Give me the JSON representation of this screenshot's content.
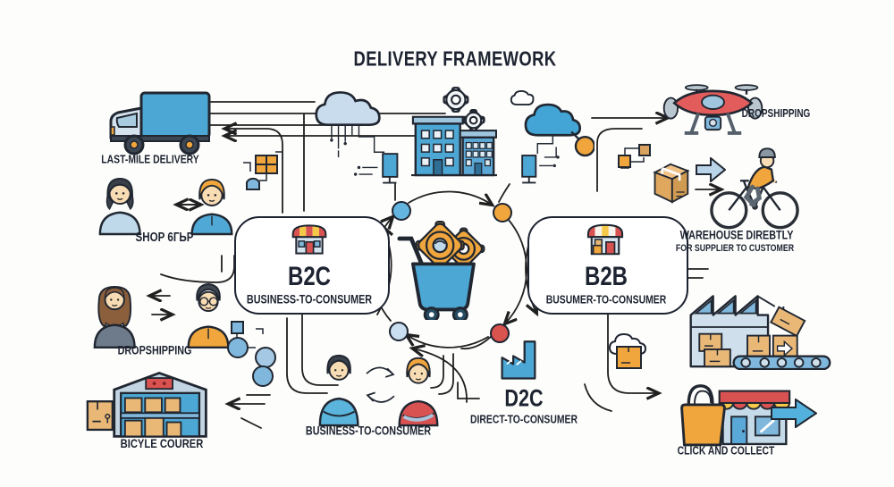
{
  "title": "DELIVERY FRAMEWORK",
  "colors": {
    "ink": "#212731",
    "line": "#202020",
    "blue": "#4da7d4",
    "blue_mid": "#7fb8dc",
    "blue_light": "#bfd8ea",
    "blue_pale": "#d5e3ee",
    "orange": "#f0a63c",
    "tan": "#e9b877",
    "tan_dark": "#d9a25f",
    "red": "#d95252",
    "yellow": "#f5c84a",
    "gray": "#6e7b8a",
    "skin": "#f8dcb4"
  },
  "nodes": {
    "b2c": {
      "code": "B2C",
      "label": "BUSINESS-TO-CONSUMER"
    },
    "b2b": {
      "code": "B2B",
      "label": "BUSUMER-TO-CONSUMER"
    },
    "d2c": {
      "code": "D2C",
      "label": "DIRECT-TO-CONSUMER"
    },
    "c2c": {
      "label": "BUSINESS-TO-CONSUMER"
    }
  },
  "left": {
    "last_mile": {
      "label": "LAST-MILE DELIVERY",
      "icon": "delivery-truck-icon"
    },
    "shop": {
      "label": "SHOP 6ГЬP",
      "icon": "people-exchange-icon"
    },
    "dropshipping": {
      "label": "DROPSHIPPING",
      "icon": "people-handoff-icon"
    },
    "courier": {
      "label": "BICYLE COURER",
      "icon": "warehouse-icon"
    }
  },
  "right": {
    "dropshipping": {
      "label": "DROPSHIPPING",
      "icon": "delivery-drone-icon"
    },
    "warehouse_direct": {
      "label": "WAREHOUSE DIREBTLY",
      "label2": "FOR SUPPLIER TO CUSTOMER",
      "icon": "bicycle-courier-icon"
    },
    "factory": {
      "icon": "factory-conveyor-icon"
    },
    "click_collect": {
      "label": "CLICK AND COLLECT",
      "icon": "shop-bag-icon"
    }
  },
  "hub": {
    "icon": "cart-gears-icon",
    "flow_dot_colors": [
      "#64b5e0",
      "#f0a63c",
      "#c9def0",
      "#d9534f"
    ]
  }
}
